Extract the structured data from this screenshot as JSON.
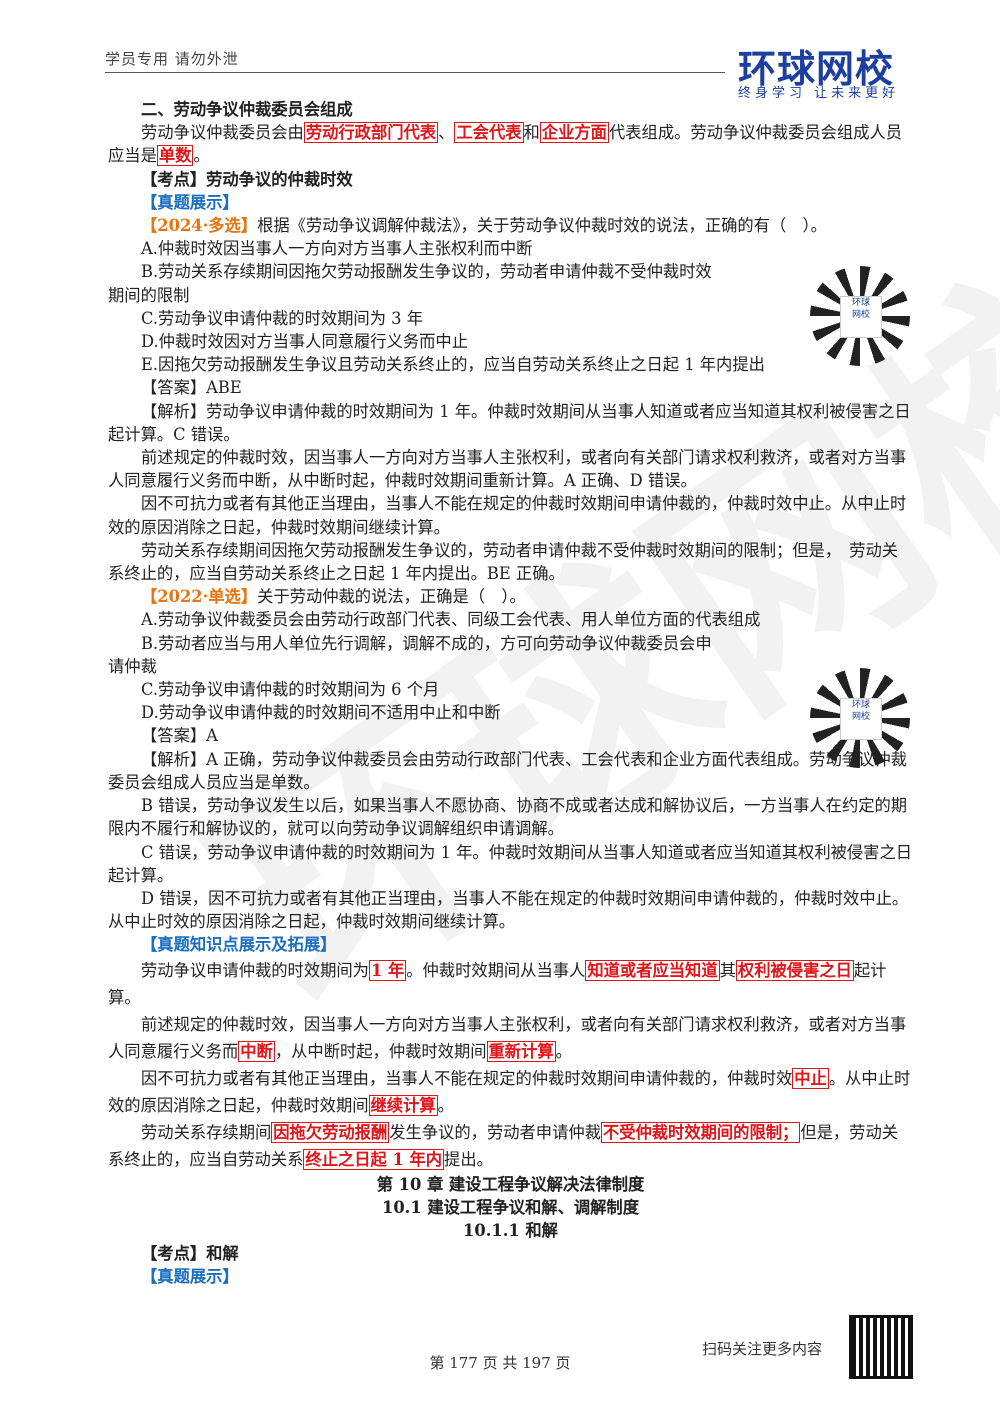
{
  "header": {
    "left_text": "学员专用  请勿外泄",
    "logo_text": "环球网校",
    "slogan": "终身学习 让未来更好",
    "watermark": "环球网校"
  },
  "section": {
    "heading": "二、劳动争议仲裁委员会组成",
    "p1_a": "劳动争议仲裁委员会由",
    "p1_h1": "劳动行政部门代表",
    "p1_b": "、",
    "p1_h2": "工会代表",
    "p1_c": "和",
    "p1_h3": "企业方面",
    "p1_d": "代表组成。劳动争议仲裁委员会组成人员应当是",
    "p1_h4": "单数",
    "p1_e": "。",
    "kaodian": "【考点】劳动争议的仲裁时效",
    "zhenti": "【真题展示】"
  },
  "q1": {
    "tag": "【2024·多选】",
    "stem": "根据《劳动争议调解仲裁法》，关于劳动争议仲裁时效的说法，正确的有（　）。",
    "optA": "A.仲裁时效因当事人一方向对方当事人主张权利而中断",
    "optB1": "B.劳动关系存续期间因拖欠劳动报酬发生争议的，劳动者申请仲裁不受仲裁时效",
    "optB2": "期间的限制",
    "optC": "C.劳动争议申请仲裁的时效期间为 3 年",
    "optD": "D.仲裁时效因对方当事人同意履行义务而中止",
    "optE": "E.因拖欠劳动报酬发生争议且劳动关系终止的，应当自劳动关系终止之日起 1 年内提出",
    "answer": "【答案】ABE",
    "exp1": "【解析】劳动争议申请仲裁的时效期间为 1 年。仲裁时效期间从当事人知道或者应当知道其权利被侵害之日起计算。C 错误。",
    "exp2": "前述规定的仲裁时效，因当事人一方向对方当事人主张权利，或者向有关部门请求权利救济，或者对方当事人同意履行义务而中断，从中断时起，仲裁时效期间重新计算。A 正确、D 错误。",
    "exp3": "因不可抗力或者有其他正当理由，当事人不能在规定的仲裁时效期间申请仲裁的，仲裁时效中止。从中止时效的原因消除之日起，仲裁时效期间继续计算。",
    "exp4": "劳动关系存续期间因拖欠劳动报酬发生争议的，劳动者申请仲裁不受仲裁时效期间的限制；但是，　劳动关系终止的，应当自劳动关系终止之日起 1 年内提出。BE 正确。"
  },
  "q2": {
    "tag": "【2022·单选】",
    "stem": "关于劳动仲裁的说法，正确是（　）。",
    "optA": "A.劳动争议仲裁委员会由劳动行政部门代表、同级工会代表、用人单位方面的代表组成",
    "optB1": "B.劳动者应当与用人单位先行调解，调解不成的，方可向劳动争议仲裁委员会申",
    "optB2": "请仲裁",
    "optC": "C.劳动争议申请仲裁的时效期间为 6 个月",
    "optD": "D.劳动争议申请仲裁的时效期间不适用中止和中断",
    "answer": "【答案】A",
    "exp1": "【解析】A 正确，劳动争议仲裁委员会由劳动行政部门代表、工会代表和企业方面代表组成。劳动争议仲裁委员会组成人员应当是单数。",
    "exp2": "B 错误，劳动争议发生以后，如果当事人不愿协商、协商不成或者达成和解协议后，一方当事人在约定的期限内不履行和解协议的，就可以向劳动争议调解组织申请调解。",
    "exp3": "C 错误，劳动争议申请仲裁的时效期间为 1 年。仲裁时效期间从当事人知道或者应当知道其权利被侵害之日起计算。",
    "exp4": "D 错误，因不可抗力或者有其他正当理由，当事人不能在规定的仲裁时效期间申请仲裁的，仲裁时效中止。从中止时效的原因消除之日起，仲裁时效期间继续计算。"
  },
  "expand": {
    "title": "【真题知识点展示及拓展】",
    "a1": "劳动争议申请仲裁的时效期间为",
    "a_h1": "1 年",
    "a2": "。仲裁时效期间从当事人",
    "a_h2": "知道或者应当知道",
    "a3": "其",
    "a_h3": "权利被侵害之日",
    "a4": "起计算。",
    "b1": "前述规定的仲裁时效，因当事人一方向对方当事人主张权利，或者向有关部门请求权利救济，或者对方当事人同意履行义务而",
    "b_h1": "中断",
    "b2": "，从中断时起，仲裁时效期间",
    "b_h2": "重新计算",
    "b3": "。",
    "c1": "因不可抗力或者有其他正当理由，当事人不能在规定的仲裁时效期间申请仲裁的，仲裁时效",
    "c_h1": "中止",
    "c2": "。从中止时效的原因消除之日起，仲裁时效期间",
    "c_h2": "继续计算",
    "c3": "。",
    "d1": "劳动关系存续期间",
    "d_h1": "因拖欠劳动报酬",
    "d2": "发生争议的，劳动者申请仲裁",
    "d_h2": "不受仲裁时效期间的限制；",
    "d3": "但是，劳动关系终止的，应当自劳动关系",
    "d_h3": "终止之日起 1 年内",
    "d4": "提出。"
  },
  "chapter": {
    "title": "第 10 章 建设工程争议解决法律制度",
    "sub": "10.1 建设工程争议和解、调解制度",
    "subsub": "10.1.1 和解",
    "kaodian": "【考点】和解",
    "zhenti": "【真题展示】"
  },
  "qr_label": "环球\n网校",
  "footer": {
    "note": "扫码关注更多内容",
    "page": "第 177 页 共 197 页"
  }
}
